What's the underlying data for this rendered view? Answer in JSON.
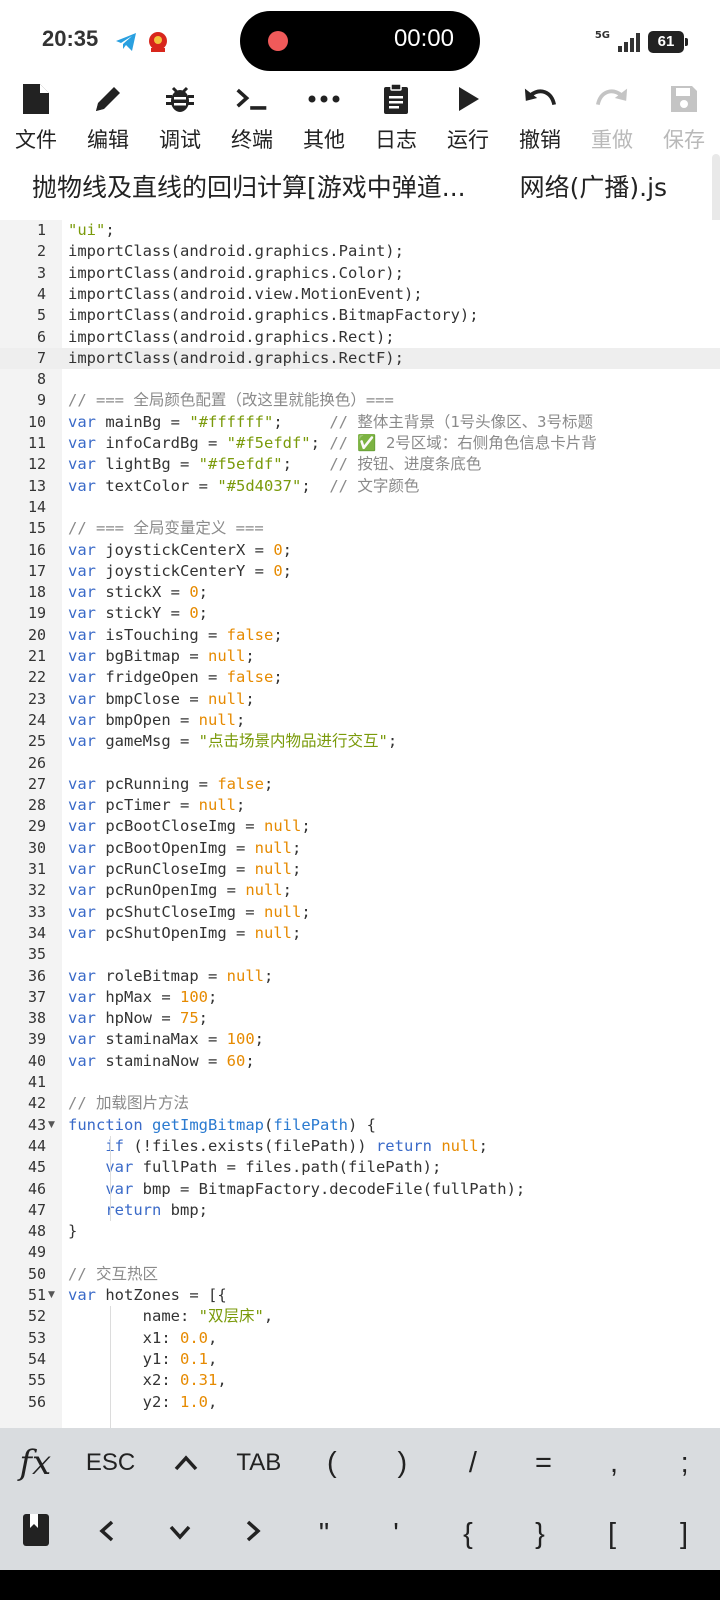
{
  "status": {
    "time": "20:35",
    "recording_time": "00:00",
    "network": "5G",
    "battery": "61"
  },
  "toolbar": {
    "items": [
      {
        "id": "file",
        "label": "文件",
        "icon": "file-icon",
        "disabled": false
      },
      {
        "id": "edit",
        "label": "编辑",
        "icon": "pencil-icon",
        "disabled": false
      },
      {
        "id": "debug",
        "label": "调试",
        "icon": "bug-icon",
        "disabled": false
      },
      {
        "id": "terminal",
        "label": "终端",
        "icon": "terminal-icon",
        "disabled": false
      },
      {
        "id": "more",
        "label": "其他",
        "icon": "more-icon",
        "disabled": false
      },
      {
        "id": "log",
        "label": "日志",
        "icon": "clipboard-icon",
        "disabled": false
      },
      {
        "id": "run",
        "label": "运行",
        "icon": "play-icon",
        "disabled": false
      },
      {
        "id": "undo",
        "label": "撤销",
        "icon": "undo-icon",
        "disabled": false
      },
      {
        "id": "redo",
        "label": "重做",
        "icon": "redo-icon",
        "disabled": true
      },
      {
        "id": "save",
        "label": "保存",
        "icon": "save-icon",
        "disabled": true
      }
    ]
  },
  "tabs": [
    {
      "label": "抛物线及直线的回归计算[游戏中弹道..."
    },
    {
      "label": "网络(广播).js"
    }
  ],
  "editor": {
    "active_line": 7,
    "lines": [
      [
        [
          "s",
          "\"ui\""
        ],
        [
          "p",
          ";"
        ]
      ],
      [
        [
          "p",
          "importClass(android.graphics.Paint);"
        ]
      ],
      [
        [
          "p",
          "importClass(android.graphics.Color);"
        ]
      ],
      [
        [
          "p",
          "importClass(android.view.MotionEvent);"
        ]
      ],
      [
        [
          "p",
          "importClass(android.graphics.BitmapFactory);"
        ]
      ],
      [
        [
          "p",
          "importClass(android.graphics.Rect);"
        ]
      ],
      [
        [
          "p",
          "importClass(android.graphics.RectF);"
        ]
      ],
      [],
      [
        [
          "c",
          "// === 全局颜色配置（改这里就能换色）==="
        ]
      ],
      [
        [
          "k",
          "var"
        ],
        [
          "p",
          " mainBg = "
        ],
        [
          "s",
          "\"#ffffff\""
        ],
        [
          "p",
          ";     "
        ],
        [
          "c",
          "// 整体主背景（1号头像区、3号标题"
        ]
      ],
      [
        [
          "k",
          "var"
        ],
        [
          "p",
          " infoCardBg = "
        ],
        [
          "s",
          "\"#f5efdf\""
        ],
        [
          "p",
          "; "
        ],
        [
          "c",
          "// ✅ 2号区域：右侧角色信息卡片背"
        ]
      ],
      [
        [
          "k",
          "var"
        ],
        [
          "p",
          " lightBg = "
        ],
        [
          "s",
          "\"#f5efdf\""
        ],
        [
          "p",
          ";    "
        ],
        [
          "c",
          "// 按钮、进度条底色"
        ]
      ],
      [
        [
          "k",
          "var"
        ],
        [
          "p",
          " textColor = "
        ],
        [
          "s",
          "\"#5d4037\""
        ],
        [
          "p",
          ";  "
        ],
        [
          "c",
          "// 文字颜色"
        ]
      ],
      [],
      [
        [
          "c",
          "// === 全局变量定义 ==="
        ]
      ],
      [
        [
          "k",
          "var"
        ],
        [
          "p",
          " joystickCenterX = "
        ],
        [
          "n",
          "0"
        ],
        [
          "p",
          ";"
        ]
      ],
      [
        [
          "k",
          "var"
        ],
        [
          "p",
          " joystickCenterY = "
        ],
        [
          "n",
          "0"
        ],
        [
          "p",
          ";"
        ]
      ],
      [
        [
          "k",
          "var"
        ],
        [
          "p",
          " stickX = "
        ],
        [
          "n",
          "0"
        ],
        [
          "p",
          ";"
        ]
      ],
      [
        [
          "k",
          "var"
        ],
        [
          "p",
          " stickY = "
        ],
        [
          "n",
          "0"
        ],
        [
          "p",
          ";"
        ]
      ],
      [
        [
          "k",
          "var"
        ],
        [
          "p",
          " isTouching = "
        ],
        [
          "n",
          "false"
        ],
        [
          "p",
          ";"
        ]
      ],
      [
        [
          "k",
          "var"
        ],
        [
          "p",
          " bgBitmap = "
        ],
        [
          "n",
          "null"
        ],
        [
          "p",
          ";"
        ]
      ],
      [
        [
          "k",
          "var"
        ],
        [
          "p",
          " fridgeOpen = "
        ],
        [
          "n",
          "false"
        ],
        [
          "p",
          ";"
        ]
      ],
      [
        [
          "k",
          "var"
        ],
        [
          "p",
          " bmpClose = "
        ],
        [
          "n",
          "null"
        ],
        [
          "p",
          ";"
        ]
      ],
      [
        [
          "k",
          "var"
        ],
        [
          "p",
          " bmpOpen = "
        ],
        [
          "n",
          "null"
        ],
        [
          "p",
          ";"
        ]
      ],
      [
        [
          "k",
          "var"
        ],
        [
          "p",
          " gameMsg = "
        ],
        [
          "s",
          "\"点击场景内物品进行交互\""
        ],
        [
          "p",
          ";"
        ]
      ],
      [],
      [
        [
          "k",
          "var"
        ],
        [
          "p",
          " pcRunning = "
        ],
        [
          "n",
          "false"
        ],
        [
          "p",
          ";"
        ]
      ],
      [
        [
          "k",
          "var"
        ],
        [
          "p",
          " pcTimer = "
        ],
        [
          "n",
          "null"
        ],
        [
          "p",
          ";"
        ]
      ],
      [
        [
          "k",
          "var"
        ],
        [
          "p",
          " pcBootCloseImg = "
        ],
        [
          "n",
          "null"
        ],
        [
          "p",
          ";"
        ]
      ],
      [
        [
          "k",
          "var"
        ],
        [
          "p",
          " pcBootOpenImg = "
        ],
        [
          "n",
          "null"
        ],
        [
          "p",
          ";"
        ]
      ],
      [
        [
          "k",
          "var"
        ],
        [
          "p",
          " pcRunCloseImg = "
        ],
        [
          "n",
          "null"
        ],
        [
          "p",
          ";"
        ]
      ],
      [
        [
          "k",
          "var"
        ],
        [
          "p",
          " pcRunOpenImg = "
        ],
        [
          "n",
          "null"
        ],
        [
          "p",
          ";"
        ]
      ],
      [
        [
          "k",
          "var"
        ],
        [
          "p",
          " pcShutCloseImg = "
        ],
        [
          "n",
          "null"
        ],
        [
          "p",
          ";"
        ]
      ],
      [
        [
          "k",
          "var"
        ],
        [
          "p",
          " pcShutOpenImg = "
        ],
        [
          "n",
          "null"
        ],
        [
          "p",
          ";"
        ]
      ],
      [],
      [
        [
          "k",
          "var"
        ],
        [
          "p",
          " roleBitmap = "
        ],
        [
          "n",
          "null"
        ],
        [
          "p",
          ";"
        ]
      ],
      [
        [
          "k",
          "var"
        ],
        [
          "p",
          " hpMax = "
        ],
        [
          "n",
          "100"
        ],
        [
          "p",
          ";"
        ]
      ],
      [
        [
          "k",
          "var"
        ],
        [
          "p",
          " hpNow = "
        ],
        [
          "n",
          "75"
        ],
        [
          "p",
          ";"
        ]
      ],
      [
        [
          "k",
          "var"
        ],
        [
          "p",
          " staminaMax = "
        ],
        [
          "n",
          "100"
        ],
        [
          "p",
          ";"
        ]
      ],
      [
        [
          "k",
          "var"
        ],
        [
          "p",
          " staminaNow = "
        ],
        [
          "n",
          "60"
        ],
        [
          "p",
          ";"
        ]
      ],
      [],
      [
        [
          "c",
          "// 加载图片方法"
        ]
      ],
      [
        [
          "k",
          "function"
        ],
        [
          "p",
          " "
        ],
        [
          "f",
          "getImgBitmap"
        ],
        [
          "p",
          "("
        ],
        [
          "f",
          "filePath"
        ],
        [
          "p",
          ") {"
        ]
      ],
      [
        [
          "p",
          "    "
        ],
        [
          "k",
          "if"
        ],
        [
          "p",
          " (!files.exists(filePath)) "
        ],
        [
          "k",
          "return"
        ],
        [
          "p",
          " "
        ],
        [
          "n",
          "null"
        ],
        [
          "p",
          ";"
        ]
      ],
      [
        [
          "p",
          "    "
        ],
        [
          "k",
          "var"
        ],
        [
          "p",
          " fullPath = files.path(filePath);"
        ]
      ],
      [
        [
          "p",
          "    "
        ],
        [
          "k",
          "var"
        ],
        [
          "p",
          " bmp = BitmapFactory.decodeFile(fullPath);"
        ]
      ],
      [
        [
          "p",
          "    "
        ],
        [
          "k",
          "return"
        ],
        [
          "p",
          " bmp;"
        ]
      ],
      [
        [
          "p",
          "}"
        ]
      ],
      [],
      [
        [
          "c",
          "// 交互热区"
        ]
      ],
      [
        [
          "k",
          "var"
        ],
        [
          "p",
          " hotZones = [{"
        ]
      ],
      [
        [
          "p",
          "        name: "
        ],
        [
          "s",
          "\"双层床\""
        ],
        [
          "p",
          ","
        ]
      ],
      [
        [
          "p",
          "        x1: "
        ],
        [
          "n",
          "0.0"
        ],
        [
          "p",
          ","
        ]
      ],
      [
        [
          "p",
          "        y1: "
        ],
        [
          "n",
          "0.1"
        ],
        [
          "p",
          ","
        ]
      ],
      [
        [
          "p",
          "        x2: "
        ],
        [
          "n",
          "0.31"
        ],
        [
          "p",
          ","
        ]
      ],
      [
        [
          "p",
          "        y2: "
        ],
        [
          "n",
          "1.0"
        ],
        [
          "p",
          ","
        ]
      ]
    ],
    "fold_lines": [
      43,
      51
    ]
  },
  "keybar": {
    "row1": [
      "fx",
      "ESC",
      "^",
      "TAB",
      "(",
      ")",
      "/",
      "=",
      ",",
      ";"
    ],
    "row2": [
      "bookmark",
      "<",
      "v",
      ">",
      "\"",
      "'",
      "{",
      "}",
      "[",
      "]"
    ]
  }
}
